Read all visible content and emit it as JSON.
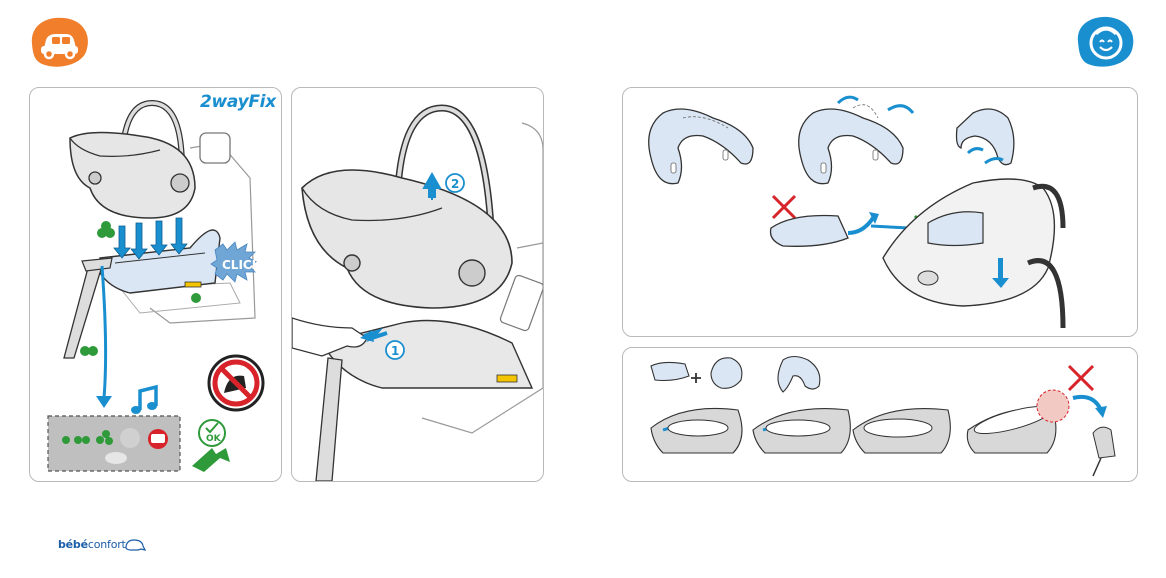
{
  "header": {
    "left_badge": {
      "icon": "car-icon",
      "color": "#f07e2a"
    },
    "right_badge": {
      "icon": "baby-face-icon",
      "color": "#1a8fd0"
    }
  },
  "panel_install": {
    "brand": "2wayFix",
    "click_label": "CLICK",
    "ok_label": "OK",
    "icons": [
      "car-seat-icon",
      "music-note-icon",
      "no-airbag-icon",
      "ok-check-icon",
      "green-arrow-icon"
    ]
  },
  "panel_release": {
    "steps": [
      "1",
      "2"
    ]
  },
  "colors": {
    "accent_blue": "#1a8fd0",
    "light_blue_fill": "#dbe6f4",
    "green": "#2e9a3a",
    "orange": "#f07e2a",
    "red": "#d8232a",
    "panel_border": "#b9b9b9",
    "line": "#444444"
  },
  "footer": {
    "logo_bold": "bébé",
    "logo_rest": "confort"
  }
}
